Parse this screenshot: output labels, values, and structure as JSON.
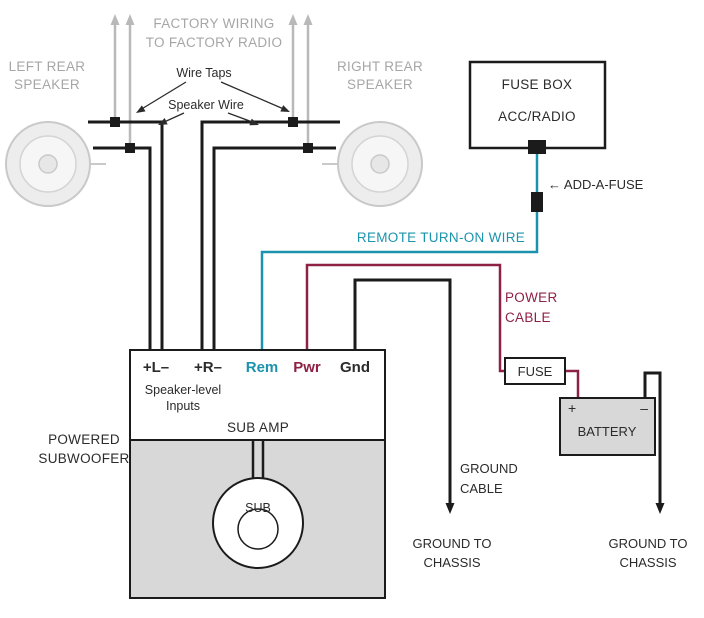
{
  "colors": {
    "ink": "#2b2b2b",
    "wire_black": "#1b1b1b",
    "remote_wire_teal": "#1c93ad",
    "power_wire_red": "#8e2244",
    "factory_wire_gray": "#b9b9b9",
    "label_gray": "#a6a6a6",
    "panel_gray": "#d8d8d8"
  },
  "factory": {
    "line1": "FACTORY WIRING",
    "line2": "TO FACTORY RADIO"
  },
  "speakers": {
    "left": {
      "line1": "LEFT REAR",
      "line2": "SPEAKER"
    },
    "right": {
      "line1": "RIGHT REAR",
      "line2": "SPEAKER"
    }
  },
  "annotations": {
    "wire_taps": "Wire Taps",
    "speaker_wire": "Speaker Wire",
    "add_a_fuse": "← ADD-A-FUSE",
    "remote_turn_on": "REMOTE TURN-ON WIRE",
    "power_cable": {
      "line1": "POWER",
      "line2": "CABLE"
    },
    "ground_cable": {
      "line1": "GROUND",
      "line2": "CABLE"
    },
    "ground_chassis": {
      "line1": "GROUND TO",
      "line2": "CHASSIS"
    }
  },
  "fuse_box": {
    "title": "FUSE BOX",
    "circuit": "ACC/RADIO"
  },
  "inline_fuse": {
    "label": "FUSE"
  },
  "battery": {
    "label": "BATTERY",
    "plus": "+",
    "minus": "–"
  },
  "amp": {
    "terminals": {
      "l": "+L–",
      "r": "+R–",
      "rem": "Rem",
      "pwr": "Pwr",
      "gnd": "Gnd"
    },
    "inputs": {
      "line1": "Speaker-level",
      "line2": "Inputs"
    },
    "name": "SUB AMP",
    "sub_label": "SUB",
    "powered": {
      "line1": "POWERED",
      "line2": "SUBWOOFER"
    }
  }
}
